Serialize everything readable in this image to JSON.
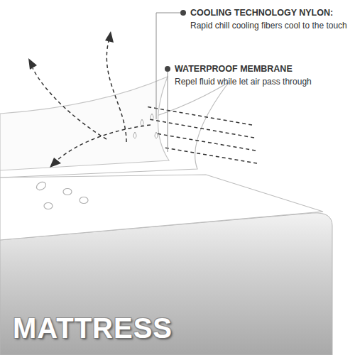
{
  "diagram": {
    "nodes": [
      {
        "text": [
          "MATTRESS"
        ]
      }
    ],
    "labels": [
      "COOLING TECHNOLOGY NYLON:",
      "Rapid chill cooling fibers cool to the touch",
      "WATERPROOF MEMBRANE",
      "Repel fluid while let air pass through"
    ]
  }
}
